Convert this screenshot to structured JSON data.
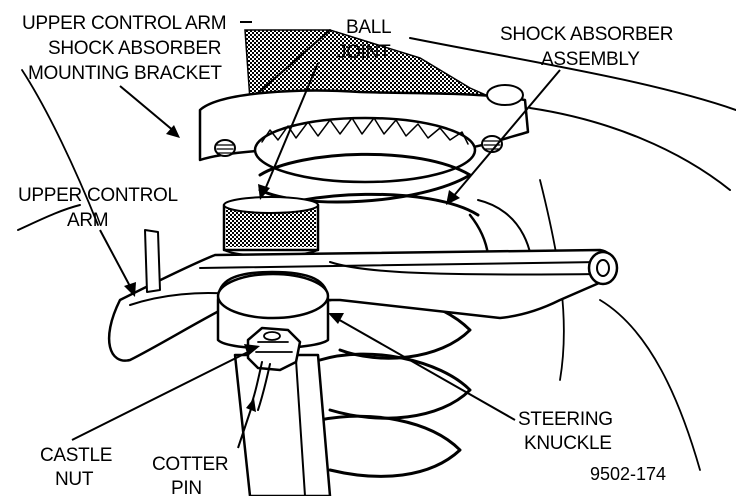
{
  "labels": {
    "upper_control_arm_bracket": {
      "line1": "UPPER CONTROL ARM",
      "line2": "SHOCK ABSORBER",
      "line3": "MOUNTING BRACKET"
    },
    "ball_joint": {
      "line1": "BALL",
      "line2": "JOINT"
    },
    "shock_absorber_assembly": {
      "line1": "SHOCK ABSORBER",
      "line2": "ASSEMBLY"
    },
    "upper_control_arm": {
      "line1": "UPPER CONTROL",
      "line2": "ARM"
    },
    "steering_knuckle": {
      "line1": "STEERING",
      "line2": "KNUCKLE"
    },
    "castle_nut": {
      "line1": "CASTLE",
      "line2": "NUT"
    },
    "cotter_pin": {
      "line1": "COTTER",
      "line2": "PIN"
    }
  },
  "figure_number": "9502-174",
  "colors": {
    "ink": "#000000",
    "paper": "#ffffff"
  }
}
